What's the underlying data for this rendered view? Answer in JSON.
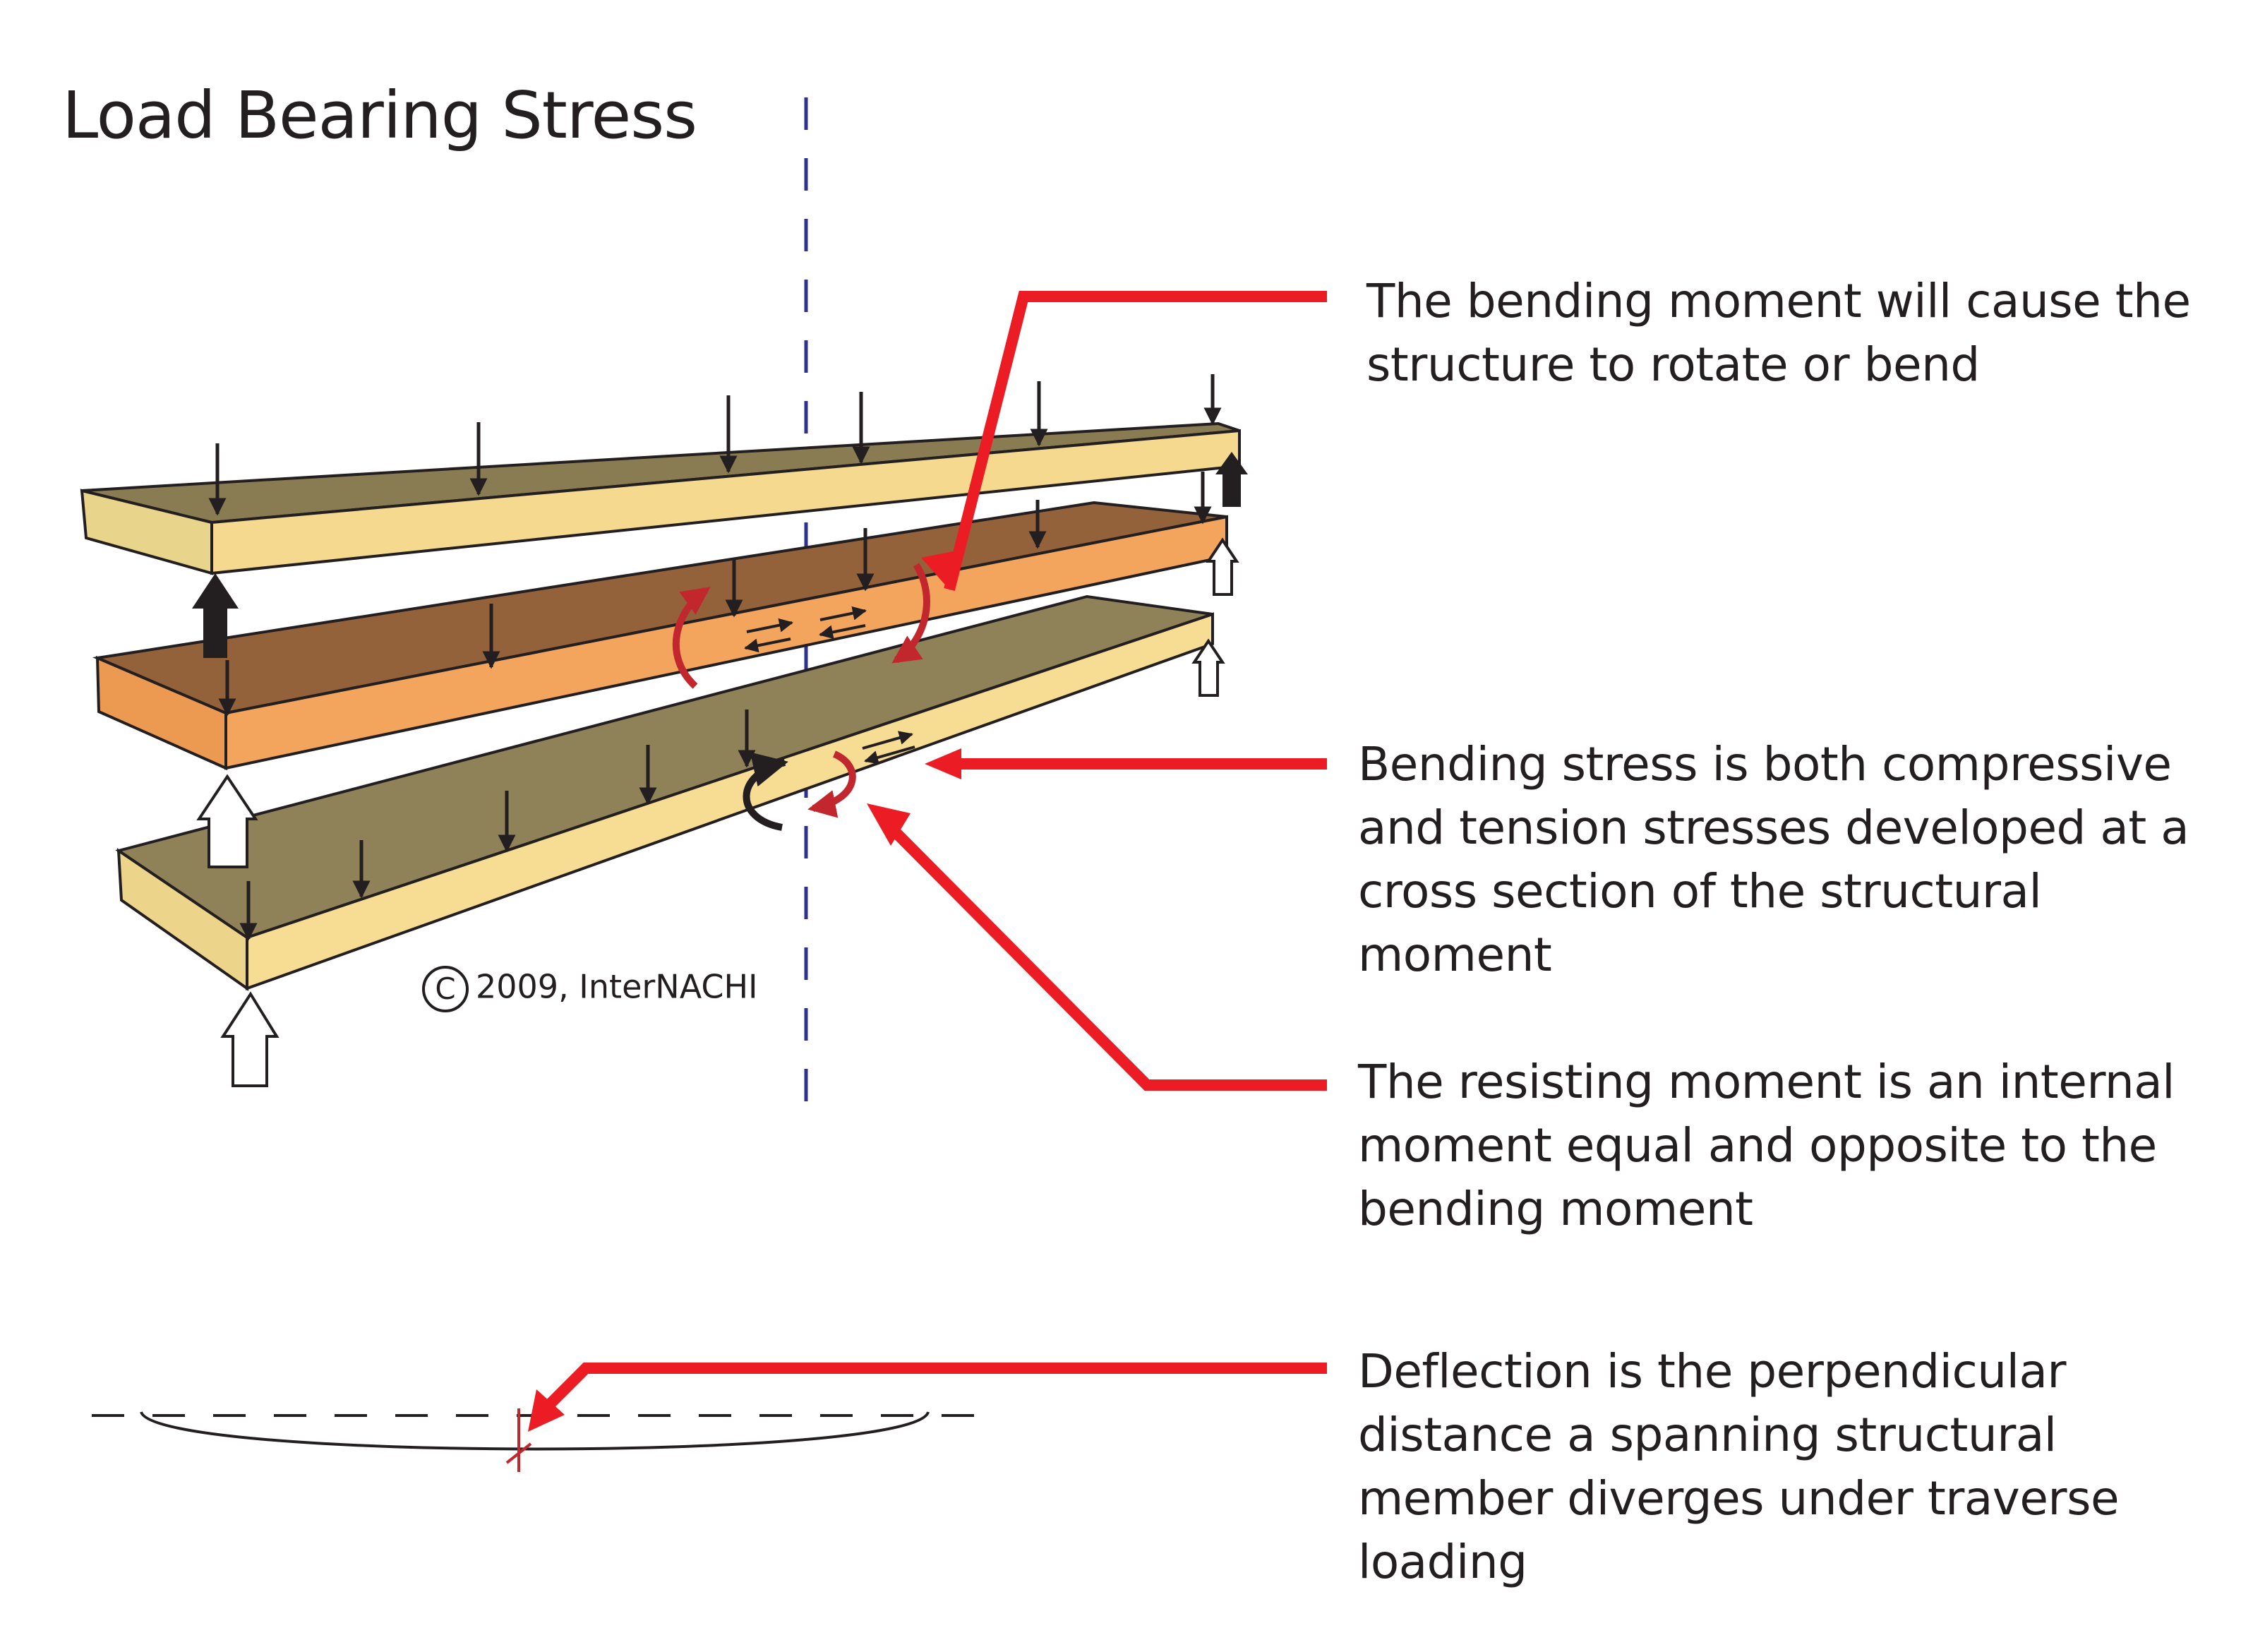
{
  "title": "Load Bearing Stress",
  "colors": {
    "callout_red": "#ec1c24",
    "moment_red": "#c1272d",
    "beam_top_light": "#f4d98e",
    "beam_top_dark": "#8a7c52",
    "beam_mid_top": "#94623a",
    "beam_mid_side": "#f3a55e",
    "beam_bottom_top": "#8f8259",
    "beam_bottom_side": "#f6dd93",
    "centerline": "#2e3192"
  },
  "callouts": {
    "bending_moment": "The bending moment will cause the structure to rotate or bend",
    "bending_stress": "Bending stress is both compressive and tension stresses developed at a cross section of the structural moment",
    "resisting_moment": "The resisting moment is an internal moment equal and opposite to the bending moment",
    "deflection": "Deflection is the perpendicular distance a spanning structural member diverges under traverse loading"
  },
  "copyright": {
    "symbol": "C",
    "text": "2009, InterNACHI"
  },
  "icons": [
    "load-arrow-icon",
    "reaction-arrow-icon",
    "moment-arc-icon",
    "shear-arrow-icon"
  ]
}
